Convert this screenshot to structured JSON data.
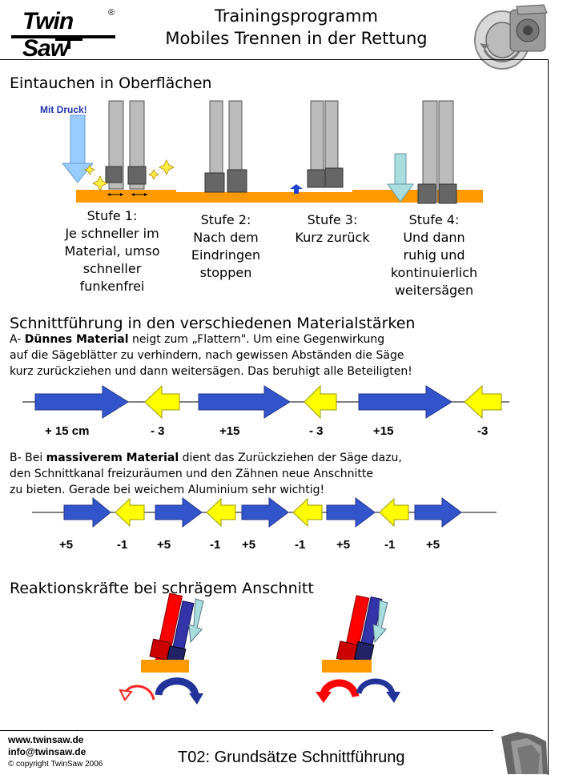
{
  "header": {
    "logo_text": "Twin Saw",
    "logo_registered": "®",
    "title_line1": "Trainingsprogramm",
    "title_line2": "Mobiles Trennen in der Rettung",
    "saw_icon": "circular-saw-icon"
  },
  "section1": {
    "heading": "Eintauchen in Oberflächen",
    "pressure_label": "Mit Druck!",
    "steps": [
      {
        "lines": [
          "Stufe 1:",
          "Je schneller im",
          "Material, umso",
          "schneller",
          "funkenfrei"
        ]
      },
      {
        "lines": [
          "Stufe 2:",
          "Nach dem",
          "Eindringen",
          "stoppen"
        ]
      },
      {
        "lines": [
          "Stufe 3:",
          "Kurz zurück"
        ]
      },
      {
        "lines": [
          "Stufe 4:",
          "Und dann",
          "ruhig und",
          "kontinuierlich",
          "weitersägen"
        ]
      }
    ]
  },
  "section2": {
    "heading": "Schnittführung in den verschiedenen Materialstärken",
    "para_a_prefix": "A- ",
    "para_a_bold": "Dünnes Material",
    "para_a_rest1": " neigt zum „Flattern\". Um eine Gegenwirkung",
    "para_a_line2": "auf die Sägeblätter zu verhindern, nach gewissen Abständen die Säge",
    "para_a_line3": "kurz zurückziehen und dann weitersägen. Das beruhigt alle Beteiligten!",
    "row_a_labels": [
      "+ 15 cm",
      "- 3",
      "+15",
      "- 3",
      "+15",
      "-3"
    ],
    "para_b_prefix": "B- Bei ",
    "para_b_bold": "massiverem Material",
    "para_b_rest1": " dient das Zurückziehen der Säge dazu,",
    "para_b_line2": "den Schnittkanal freizuräumen und den Zähnen neue Anschnitte",
    "para_b_line3": "zu bieten. Gerade bei weichem Aluminium sehr wichtig!",
    "row_b_labels": [
      "+5",
      "-1",
      "+5",
      "-1",
      "+5",
      "-1",
      "+5",
      "-1",
      "+5"
    ],
    "colors": {
      "forward": "#3355cc",
      "back": "#ffff00",
      "surface": "#ff9900"
    }
  },
  "section3": {
    "heading": "Reaktionskräfte bei schrägem Anschnitt"
  },
  "footer": {
    "web": "www.twinsaw.de",
    "email": "info@twinsaw.de",
    "copyright": "© copyright   TwinSaw 2006",
    "doc_title": "T02: Grundsätze Schnittführung"
  }
}
